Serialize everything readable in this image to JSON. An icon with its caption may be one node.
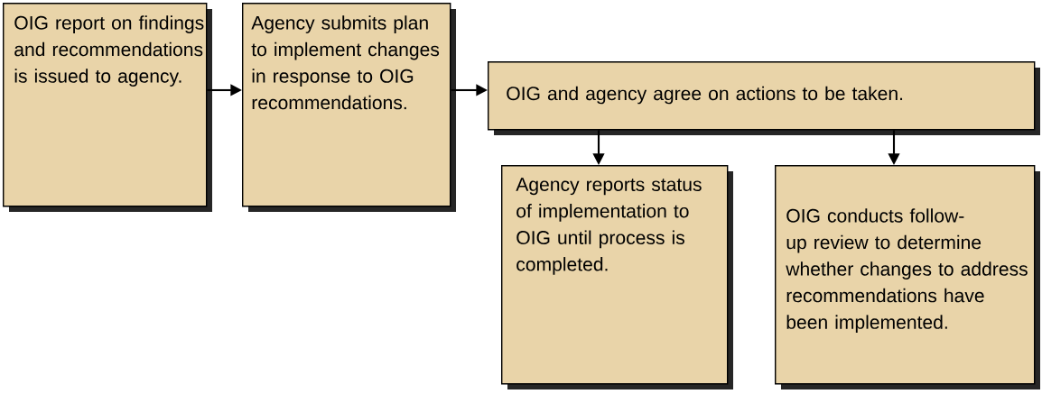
{
  "diagram": {
    "nodes": [
      {
        "text": [
          "OIG report on findings and recommendations is issued to agency."
        ]
      },
      {
        "text": [
          "Agency submits plan to implement changes in response to OIG recommendations."
        ]
      },
      {
        "text": [
          "OIG and agency agree on actions to be taken."
        ]
      },
      {
        "text": [
          "Agency reports status of implementation to OIG until process is completed."
        ]
      },
      {
        "text": [
          "OIG conducts follow-up review to determine whether changes to address recommendations have been implemented."
        ]
      }
    ],
    "edges": [
      {
        "from": 0,
        "to": 1,
        "arrow": "to"
      },
      {
        "from": 1,
        "to": 2,
        "arrow": "to"
      },
      {
        "from": 2,
        "to": 3,
        "arrow": "to"
      },
      {
        "from": 2,
        "to": 4,
        "arrow": "to"
      }
    ]
  }
}
